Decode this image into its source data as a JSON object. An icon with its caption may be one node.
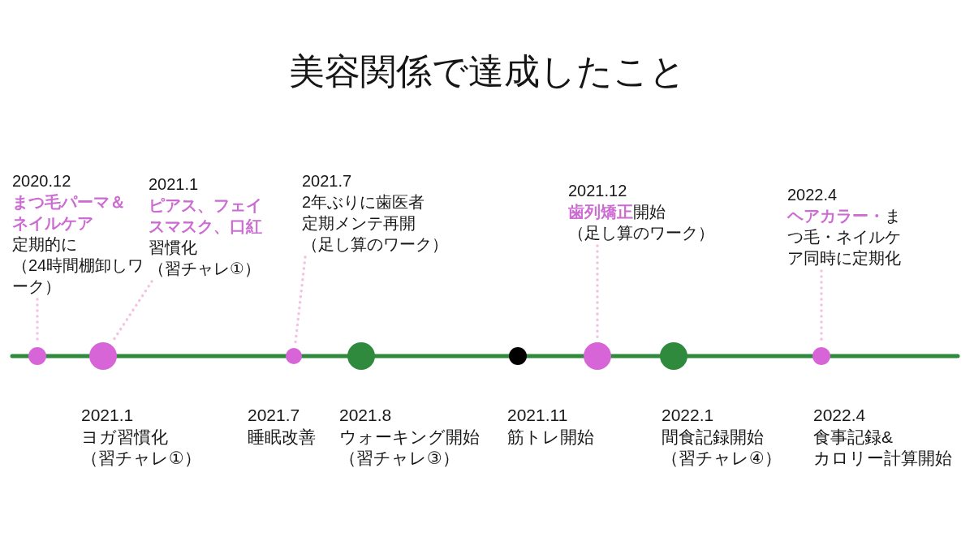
{
  "diagram": {
    "title": "美容関係で達成したこと",
    "nodes": [
      {
        "text": [
          "2020.12",
          "まつ毛パーマ＆ネイルケア",
          "定期的に",
          "（24時間棚卸しワーク）"
        ]
      },
      {
        "text": [
          "2021.1",
          "ピアス、フェイスマスク、口紅",
          "習慣化",
          "（習チャレ①）"
        ]
      },
      {
        "text": [
          "2021.7",
          "2年ぶりに歯医者定期メンテ再開",
          "（足し算のワーク）"
        ]
      },
      {
        "text": [
          "2021.12",
          "**歯列矯正**開始",
          "（足し算のワーク）"
        ]
      },
      {
        "text": [
          "2022.4",
          "**ヘアカラー・**まつ毛・ネイルケア同時に定期化"
        ]
      },
      {
        "text": [],
        "shape": "circle"
      },
      {
        "text": [],
        "shape": "circle",
        "beside": [
          "2021.1",
          "ヨガ習慣化",
          "（習チャレ①）"
        ]
      },
      {
        "text": [],
        "shape": "circle",
        "beside": [
          "2021.7",
          "睡眠改善"
        ]
      },
      {
        "text": [],
        "shape": "circle",
        "beside": [
          "2021.8",
          "ウォーキング開始",
          "（習チャレ③）"
        ]
      },
      {
        "text": [],
        "shape": "circle",
        "beside": [
          "2021.11",
          "筋トレ開始"
        ]
      },
      {
        "text": [],
        "shape": "circle"
      },
      {
        "text": [],
        "shape": "circle",
        "beside": [
          "2022.1",
          "間食記録開始",
          "（習チャレ④）"
        ]
      },
      {
        "text": [],
        "shape": "circle",
        "beside": [
          "2022.4",
          "食事記録&",
          "カロリー計算開始"
        ]
      }
    ],
    "edges": [
      {
        "from": 0,
        "to": 5,
        "arrow": "none",
        "style": "dashed"
      },
      {
        "from": 1,
        "to": 6,
        "arrow": "none",
        "style": "dashed"
      },
      {
        "from": 2,
        "to": 7,
        "arrow": "none",
        "style": "dashed"
      },
      {
        "from": 3,
        "to": 10,
        "arrow": "none",
        "style": "dashed"
      },
      {
        "from": 4,
        "to": 12,
        "arrow": "none",
        "style": "dashed"
      }
    ]
  }
}
